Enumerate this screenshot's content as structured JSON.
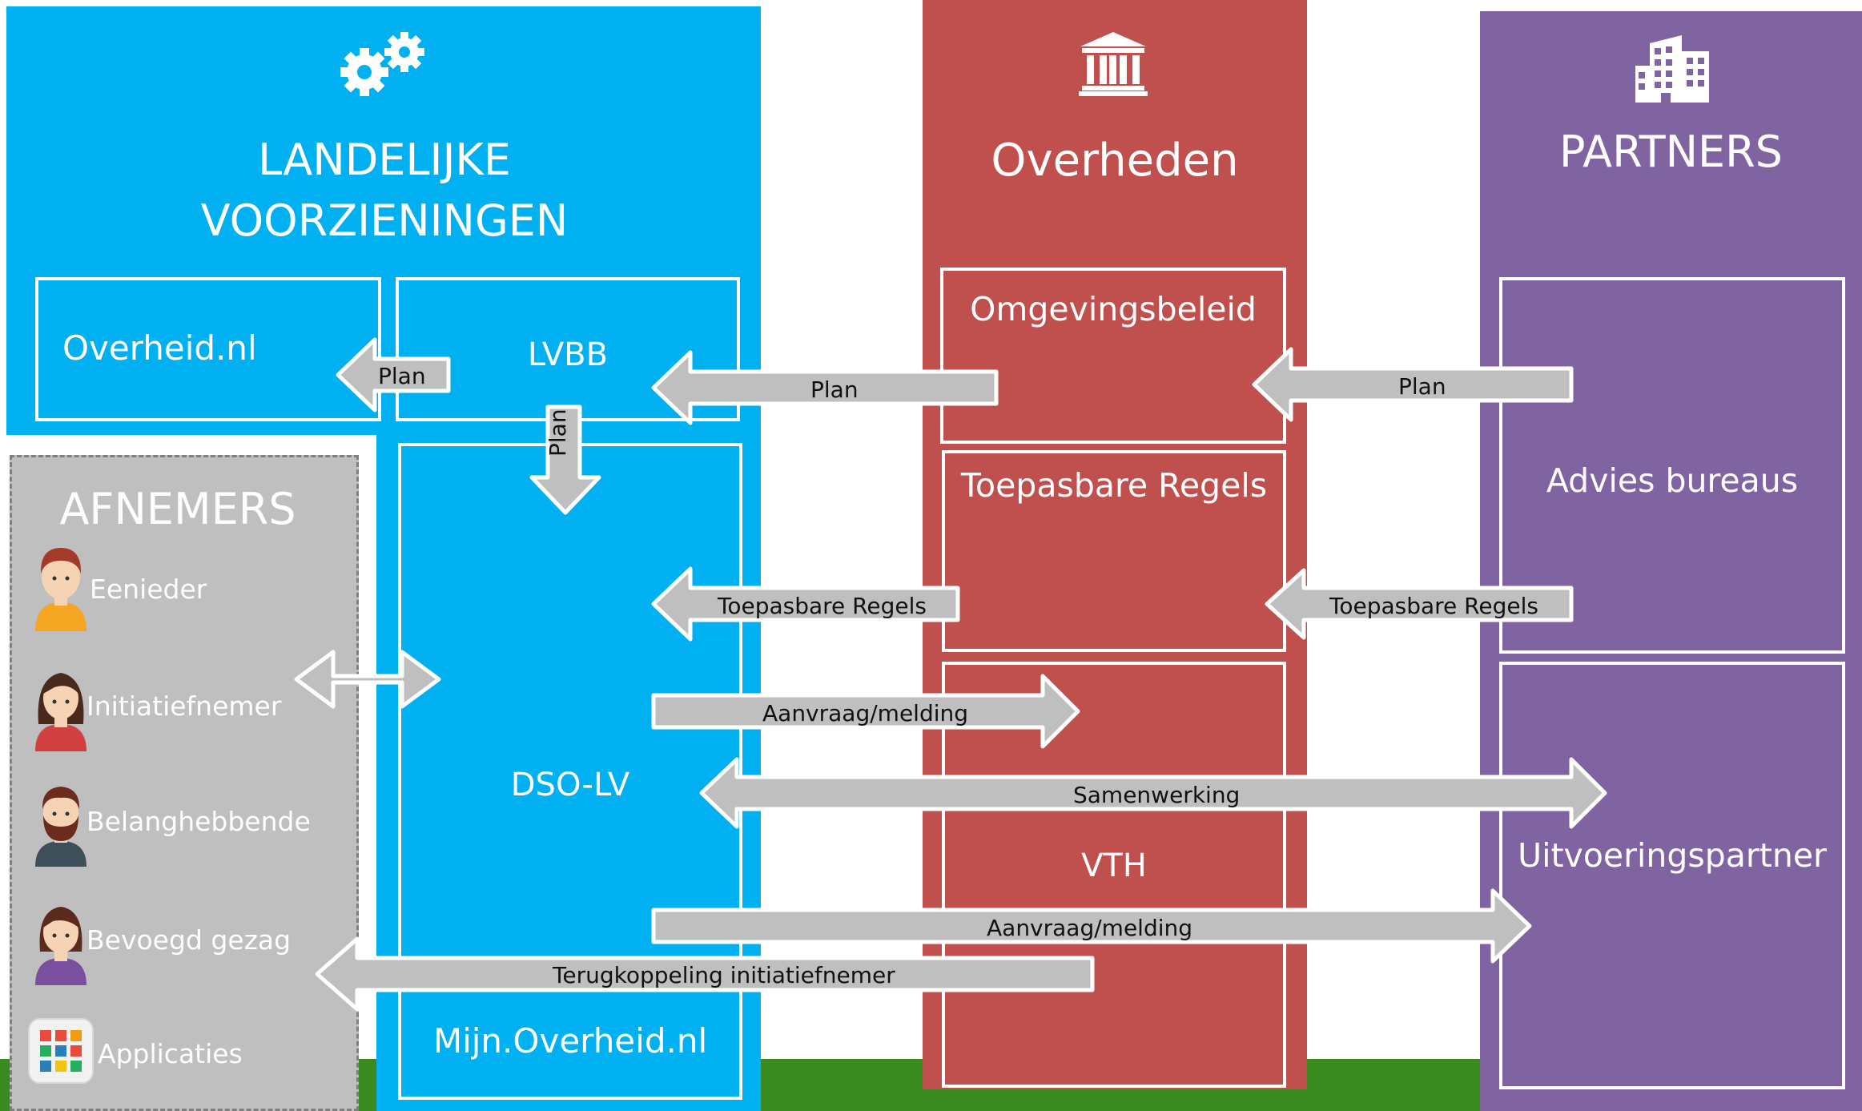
{
  "landelijke": {
    "title_line1": "LANDELIJKE",
    "title_line2": "VOORZIENINGEN",
    "boxes": {
      "overheid_nl": "Overheid.nl",
      "lvbb": "LVBB",
      "dso_lv": "DSO-LV",
      "mijn_overheid": "Mijn.Overheid.nl"
    }
  },
  "overheden": {
    "title": "Overheden",
    "boxes": {
      "omgevingsbeleid": "Omgevingsbeleid",
      "toepasbare_regels": "Toepasbare Regels",
      "vth": "VTH"
    }
  },
  "partners": {
    "title": "PARTNERS",
    "boxes": {
      "advies": "Advies bureaus",
      "uitvoering": "Uitvoeringspartner"
    }
  },
  "afnemers": {
    "title": "AFNEMERS",
    "items": [
      {
        "label": "Eenieder",
        "icon": "person-orange-icon"
      },
      {
        "label": "Initiatiefnemer",
        "icon": "person-woman-red-icon"
      },
      {
        "label": "Belanghebbende",
        "icon": "person-bearded-icon"
      },
      {
        "label": "Bevoegd gezag",
        "icon": "person-purple-icon"
      },
      {
        "label": "Applicaties",
        "icon": "apps-grid-icon"
      }
    ]
  },
  "arrows": {
    "plan_overheid": "Plan",
    "plan_lvbb_down": "Plan",
    "plan_omgeving_to_lvbb": "Plan",
    "plan_partners": "Plan",
    "toepasbare_to_dso": "Toepasbare Regels",
    "toepasbare_partners": "Toepasbare Regels",
    "aanvraag_to_vth": "Aanvraag/melding",
    "samenwerking": "Samenwerking",
    "aanvraag_to_uitvoering": "Aanvraag/melding",
    "terugkoppeling": "Terugkoppeling initiatiefnemer"
  },
  "colors": {
    "landelijke": "#00b0f0",
    "overheden": "#c0504d",
    "partners": "#8064a2",
    "afnemers": "#bfbfbf",
    "arrow": "#bfbfbf",
    "grass": "#3a8a1f"
  }
}
